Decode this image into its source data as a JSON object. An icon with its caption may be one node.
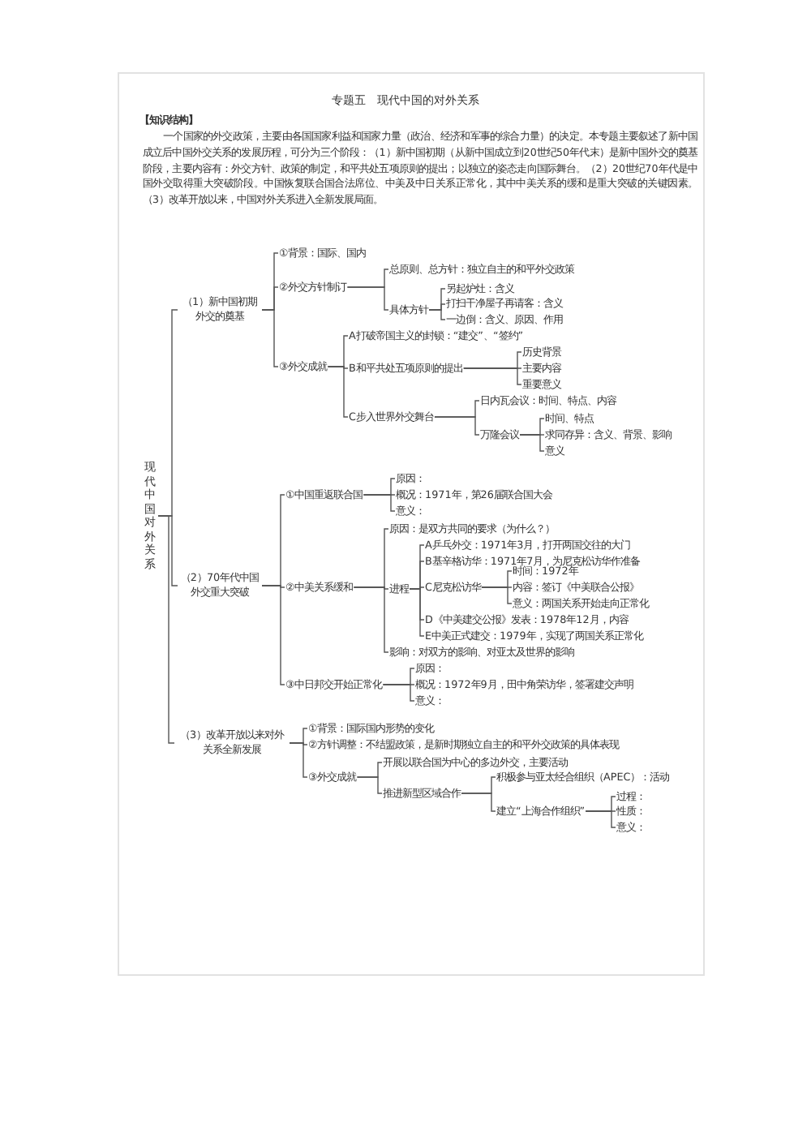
{
  "diagram": {
    "title": "专题五　现代中国的对外关系",
    "nodes": [
      {
        "text": [
          "现代中国对外关系"
        ]
      },
      {
        "text": [
          "（1）新中国初期外交的奠基"
        ]
      },
      {
        "text": [
          "①背景：国际、国内"
        ]
      },
      {
        "text": [
          "②外交方针制订"
        ]
      },
      {
        "text": [
          "总原则、总方针：独立自主的和平外交政策"
        ]
      },
      {
        "text": [
          "具体方针"
        ]
      },
      {
        "text": [
          "另起炉灶：含义"
        ]
      },
      {
        "text": [
          "打扫干净屋子再请客：含义"
        ]
      },
      {
        "text": [
          "一边倒：含义、原因、作用"
        ]
      },
      {
        "text": [
          "③外交成就"
        ]
      },
      {
        "text": [
          "A打破帝国主义的封锁：“建交”、“签约”"
        ]
      },
      {
        "text": [
          "B和平共处五项原则的提出"
        ]
      },
      {
        "text": [
          "历史背景"
        ]
      },
      {
        "text": [
          "主要内容"
        ]
      },
      {
        "text": [
          "重要意义"
        ]
      },
      {
        "text": [
          "C步入世界外交舞台"
        ]
      },
      {
        "text": [
          "日内瓦会议：时间、特点、内容"
        ]
      },
      {
        "text": [
          "万隆会议"
        ]
      },
      {
        "text": [
          "时间、特点"
        ]
      },
      {
        "text": [
          "求同存异：含义、背景、影响"
        ]
      },
      {
        "text": [
          "意义"
        ]
      },
      {
        "text": [
          "（2）70年代中国外交重大突破"
        ]
      },
      {
        "text": [
          "①中国重返联合国"
        ]
      },
      {
        "text": [
          "原因："
        ]
      },
      {
        "text": [
          "概况：1971年，第26届联合国大会"
        ]
      },
      {
        "text": [
          "意义："
        ]
      },
      {
        "text": [
          "②中美关系缓和"
        ]
      },
      {
        "text": [
          "原因：是双方共同的要求（为什么？）"
        ]
      },
      {
        "text": [
          "进程"
        ]
      },
      {
        "text": [
          "A乒乓外交：1971年3月，打开两国交往的大门"
        ]
      },
      {
        "text": [
          "B基辛格访华：1971年7月，为尼克松访华作准备"
        ]
      },
      {
        "text": [
          "C尼克松访华"
        ]
      },
      {
        "text": [
          "时间：1972年"
        ]
      },
      {
        "text": [
          "内容：签订《中美联合公报》"
        ]
      },
      {
        "text": [
          "意义：两国关系开始走向正常化"
        ]
      },
      {
        "text": [
          "D《中美建交公报》发表：1978年12月，内容"
        ]
      },
      {
        "text": [
          "E中美正式建交：1979年，实现了两国关系正常化"
        ]
      },
      {
        "text": [
          "影响：对双方的影响、对亚太及世界的影响"
        ]
      },
      {
        "text": [
          "③中日邦交开始正常化"
        ]
      },
      {
        "text": [
          "原因："
        ]
      },
      {
        "text": [
          "概况：1972年9月，田中角荣访华，签署建交声明"
        ]
      },
      {
        "text": [
          "意义："
        ]
      },
      {
        "text": [
          "（3）改革开放以来对外关系全新发展"
        ]
      },
      {
        "text": [
          "①背景：国际国内形势的变化"
        ]
      },
      {
        "text": [
          "②方针调整：不结盟政策，是新时期独立自主的和平外交政策的具体表现"
        ]
      },
      {
        "text": [
          "③外交成就"
        ]
      },
      {
        "text": [
          "开展以联合国为中心的多边外交，主要活动"
        ]
      },
      {
        "text": [
          "推进新型区域合作"
        ]
      },
      {
        "text": [
          "积极参与亚太经合组织（APEC）：活动"
        ]
      },
      {
        "text": [
          "建立“上海合作组织”"
        ]
      },
      {
        "text": [
          "过程："
        ]
      },
      {
        "text": [
          "性质："
        ]
      },
      {
        "text": [
          "意义："
        ]
      }
    ],
    "edges": [
      {
        "from": 0,
        "to": 1,
        "arrow": "none"
      },
      {
        "from": 0,
        "to": 21,
        "arrow": "none"
      },
      {
        "from": 0,
        "to": 42,
        "arrow": "none"
      },
      {
        "from": 1,
        "to": 2,
        "arrow": "none"
      },
      {
        "from": 1,
        "to": 3,
        "arrow": "none"
      },
      {
        "from": 1,
        "to": 9,
        "arrow": "none"
      },
      {
        "from": 3,
        "to": 4,
        "arrow": "none"
      },
      {
        "from": 3,
        "to": 5,
        "arrow": "none"
      },
      {
        "from": 5,
        "to": 6,
        "arrow": "none"
      },
      {
        "from": 5,
        "to": 7,
        "arrow": "none"
      },
      {
        "from": 5,
        "to": 8,
        "arrow": "none"
      },
      {
        "from": 9,
        "to": 10,
        "arrow": "none"
      },
      {
        "from": 9,
        "to": 11,
        "arrow": "none"
      },
      {
        "from": 9,
        "to": 15,
        "arrow": "none"
      },
      {
        "from": 11,
        "to": 12,
        "arrow": "none"
      },
      {
        "from": 11,
        "to": 13,
        "arrow": "none"
      },
      {
        "from": 11,
        "to": 14,
        "arrow": "none"
      },
      {
        "from": 15,
        "to": 16,
        "arrow": "none"
      },
      {
        "from": 15,
        "to": 17,
        "arrow": "none"
      },
      {
        "from": 17,
        "to": 18,
        "arrow": "none"
      },
      {
        "from": 17,
        "to": 19,
        "arrow": "none"
      },
      {
        "from": 17,
        "to": 20,
        "arrow": "none"
      },
      {
        "from": 21,
        "to": 22,
        "arrow": "none"
      },
      {
        "from": 21,
        "to": 26,
        "arrow": "none"
      },
      {
        "from": 21,
        "to": 38,
        "arrow": "none"
      },
      {
        "from": 22,
        "to": 23,
        "arrow": "none"
      },
      {
        "from": 22,
        "to": 24,
        "arrow": "none"
      },
      {
        "from": 22,
        "to": 25,
        "arrow": "none"
      },
      {
        "from": 26,
        "to": 27,
        "arrow": "none"
      },
      {
        "from": 26,
        "to": 28,
        "arrow": "none"
      },
      {
        "from": 26,
        "to": 37,
        "arrow": "none"
      },
      {
        "from": 28,
        "to": 29,
        "arrow": "none"
      },
      {
        "from": 28,
        "to": 30,
        "arrow": "none"
      },
      {
        "from": 28,
        "to": 31,
        "arrow": "none"
      },
      {
        "from": 28,
        "to": 35,
        "arrow": "none"
      },
      {
        "from": 28,
        "to": 36,
        "arrow": "none"
      },
      {
        "from": 31,
        "to": 32,
        "arrow": "none"
      },
      {
        "from": 31,
        "to": 33,
        "arrow": "none"
      },
      {
        "from": 31,
        "to": 34,
        "arrow": "none"
      },
      {
        "from": 38,
        "to": 39,
        "arrow": "none"
      },
      {
        "from": 38,
        "to": 40,
        "arrow": "none"
      },
      {
        "from": 38,
        "to": 41,
        "arrow": "none"
      },
      {
        "from": 42,
        "to": 43,
        "arrow": "none"
      },
      {
        "from": 42,
        "to": 44,
        "arrow": "none"
      },
      {
        "from": 42,
        "to": 45,
        "arrow": "none"
      },
      {
        "from": 45,
        "to": 46,
        "arrow": "none"
      },
      {
        "from": 45,
        "to": 47,
        "arrow": "none"
      },
      {
        "from": 47,
        "to": 48,
        "arrow": "none"
      },
      {
        "from": 47,
        "to": 49,
        "arrow": "none"
      },
      {
        "from": 49,
        "to": 50,
        "arrow": "none"
      },
      {
        "from": 49,
        "to": 51,
        "arrow": "none"
      },
      {
        "from": 49,
        "to": 52,
        "arrow": "none"
      }
    ],
    "labels": [
      "【知识结构】",
      "一个国家的外交政策，主要由各国国家利益和国家力量（政治、经济和军事的综合力量）的决定。本专题主要叙述了新中国成立后中国外交关系的发展历程，可分为三个阶段：（1）新中国初期（从新中国成立到20世纪50年代末）是新中国外交的奠基阶段，主要内容有：外交方针、政策的制定，和平共处五项原则的提出；以独立的姿态走向国际舞台。（2）20世纪70年代是中国外交取得重大突破阶段。中国恢复联合国合法席位、中美及中日关系正常化，其中中美关系的缓和是重大突破的关键因素。（3）改革开放以来，中国对外关系进入全新发展局面。"
    ]
  }
}
